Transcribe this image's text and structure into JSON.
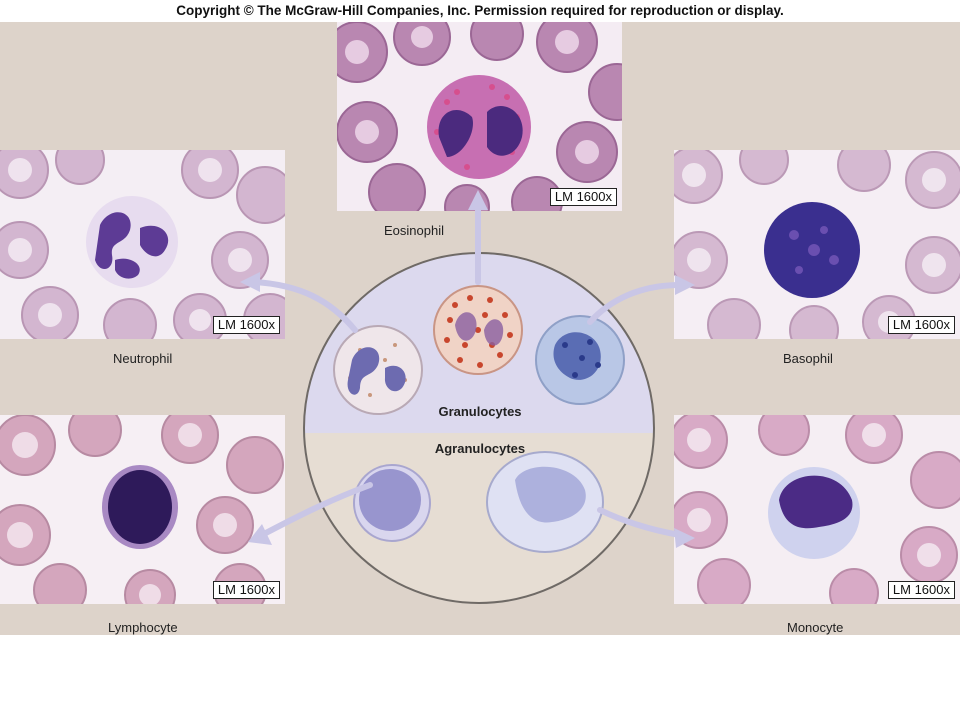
{
  "copyright": "Copyright © The McGraw-Hill Companies, Inc. Permission required for reproduction or display.",
  "magnification": "LM 1600x",
  "cells": {
    "neutrophil": "Neutrophil",
    "eosinophil": "Eosinophil",
    "basophil": "Basophil",
    "lymphocyte": "Lymphocyte",
    "monocyte": "Monocyte"
  },
  "groups": {
    "granulocytes": "Granulocytes",
    "agranulocytes": "Agranulocytes"
  },
  "colors": {
    "background": "#ddd3ca",
    "granulocyte_panel": "#dcd9ee",
    "agranulocyte_panel": "#e6ddd3",
    "rbc": "#c9a2c2",
    "nucleus_dark": "#3f2470",
    "eosinophil_granules": "#c8462d",
    "basophil_cell": "#3b4fa3",
    "arrow": "#c9c6e6"
  }
}
